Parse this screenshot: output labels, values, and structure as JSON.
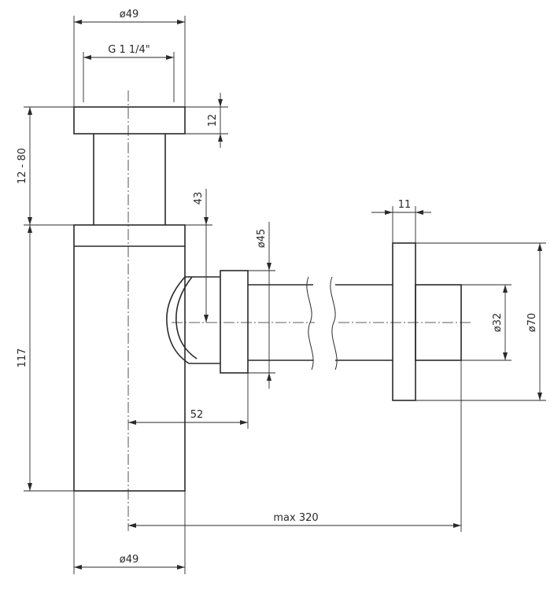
{
  "drawing": {
    "dimensions": {
      "top_diameter": "ø49",
      "thread": "G 1 1/4\"",
      "cap_height": "12",
      "height_adjust": "12 - 80",
      "outlet_offset": "43",
      "outlet_diameter": "ø45",
      "flange_thickness": "11",
      "pipe_diameter": "ø32",
      "flange_diameter": "ø70",
      "body_height": "117",
      "outlet_length": "52",
      "max_length": "max 320",
      "bottom_diameter": "ø49"
    },
    "colors": {
      "line": "#2a2a2a",
      "background": "#ffffff"
    }
  }
}
